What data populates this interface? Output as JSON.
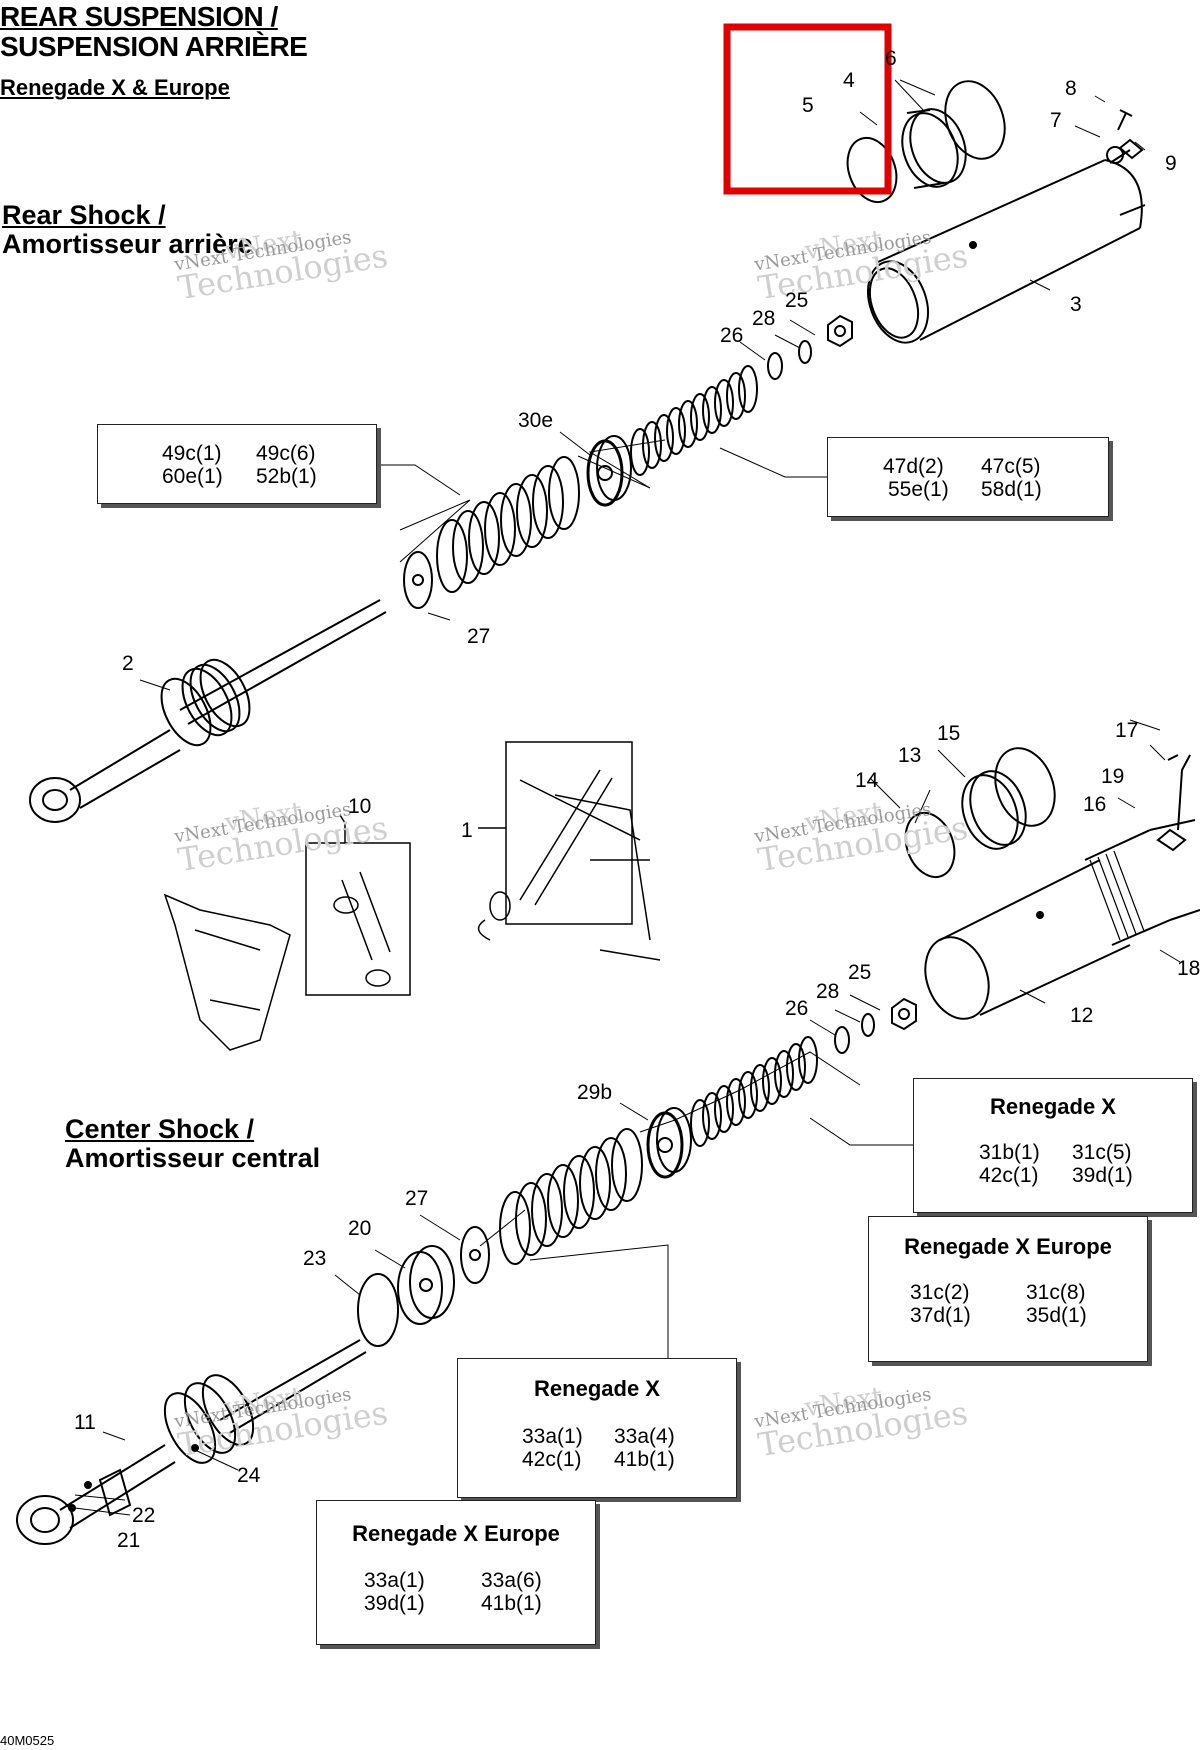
{
  "header": {
    "title_line1": "REAR SUSPENSION /",
    "title_line2": "SUSPENSION ARRIÈRE",
    "model": "Renegade X & Europe"
  },
  "sections": {
    "rear_shock_line1": "Rear Shock /",
    "rear_shock_line2": "Amortisseur arrière",
    "center_shock_line1": "Center Shock /",
    "center_shock_line2": "Amortisseur central"
  },
  "callouts": {
    "c1": "1",
    "c2": "2",
    "c3": "3",
    "c4": "4",
    "c5": "5",
    "c6": "6",
    "c7": "7",
    "c8": "8",
    "c9": "9",
    "c10": "10",
    "c11": "11",
    "c12": "12",
    "c13": "13",
    "c14": "14",
    "c15": "15",
    "c16": "16",
    "c17": "17",
    "c18": "18",
    "c19": "19",
    "c20": "20",
    "c21": "21",
    "c22": "22",
    "c23": "23",
    "c24": "24",
    "c25a": "25",
    "c25b": "25",
    "c26a": "26",
    "c26b": "26",
    "c27a": "27",
    "c27b": "27",
    "c28a": "28",
    "c28b": "28",
    "c29b": "29b",
    "c30e": "30e"
  },
  "kit_boxes": {
    "rear_main_spring": {
      "codes": [
        "49c(1)",
        "49c(6)",
        "60e(1)",
        "52b(1)"
      ]
    },
    "rear_secondary_spring": {
      "codes": [
        "47d(2)",
        "47c(5)",
        "55e(1)",
        "58d(1)"
      ]
    },
    "center_secondary_renegade_x": {
      "title": "Renegade X",
      "codes": [
        "31b(1)",
        "31c(5)",
        "42c(1)",
        "39d(1)"
      ]
    },
    "center_secondary_europe": {
      "title": "Renegade X Europe",
      "codes": [
        "31c(2)",
        "31c(8)",
        "37d(1)",
        "35d(1)"
      ]
    },
    "center_main_renegade_x": {
      "title": "Renegade X",
      "codes": [
        "33a(1)",
        "33a(4)",
        "42c(1)",
        "41b(1)"
      ]
    },
    "center_main_europe": {
      "title": "Renegade X Europe",
      "codes": [
        "33a(1)",
        "33a(6)",
        "39d(1)",
        "41b(1)"
      ]
    }
  },
  "watermark": {
    "line1": "vNext",
    "line2": "vNext Technologies",
    "line3": "Technologies"
  },
  "figure_id": "40M0525",
  "highlight_color": "#e00000"
}
